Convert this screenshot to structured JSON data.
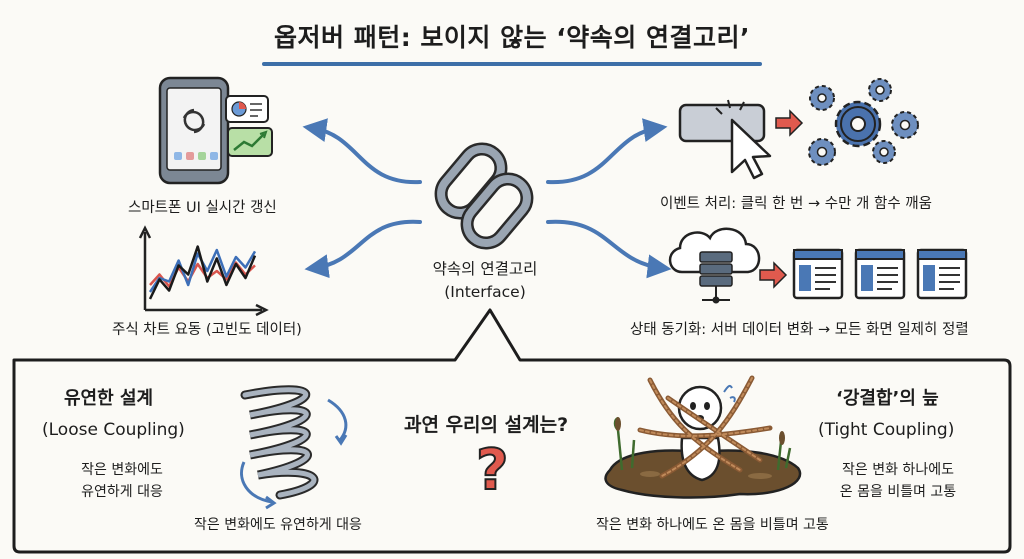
{
  "title": "옵저버 패턴: 보이지 않는 ‘약속의 연결고리’",
  "center": {
    "label_line1": "약속의 연결고리",
    "label_line2": "(Interface)"
  },
  "top_left": {
    "label": "스마트폰 UI 실시간 갱신"
  },
  "mid_left": {
    "label": "주식 차트 요동 (고빈도 데이터)"
  },
  "top_right": {
    "label": "이벤트 처리: 클릭 한 번 → 수만 개 함수 깨움"
  },
  "mid_right": {
    "label": "상태 동기화: 서버 데이터 변화 → 모든 화면 일제히 정렬"
  },
  "bottom": {
    "question": "과연 우리의 설계는?",
    "question_mark": "?",
    "loose": {
      "title": "유연한 설계",
      "subtitle": "(Loose Coupling)",
      "desc_line1": "작은 변화에도",
      "desc_line2": "유연하게 대응",
      "caption": "작은 변화에도 유연하게 대응"
    },
    "tight": {
      "title": "‘강결합’의 늪",
      "subtitle": "(Tight Coupling)",
      "desc_line1": "작은 변화 하나에도",
      "desc_line2": "온 몸을 비틀며 고통",
      "caption": "작은 변화 하나에도 온 몸을 비틀며 고통"
    }
  },
  "colors": {
    "arrow": "#4a78b5",
    "accent_red": "#e05a4e",
    "gear": "#4a72ad",
    "chain": "#8a95a3",
    "mud": "#6b4f2e",
    "underline": "#3d6fa8"
  },
  "chart_series": {
    "red": [
      30,
      45,
      28,
      55,
      35,
      60,
      40,
      50,
      38,
      62,
      45,
      58
    ],
    "blue": [
      20,
      40,
      35,
      65,
      30,
      75,
      50,
      80,
      42,
      70,
      55,
      78
    ],
    "dark": [
      10,
      38,
      22,
      58,
      45,
      85,
      35,
      68,
      30,
      60,
      40,
      72
    ]
  }
}
